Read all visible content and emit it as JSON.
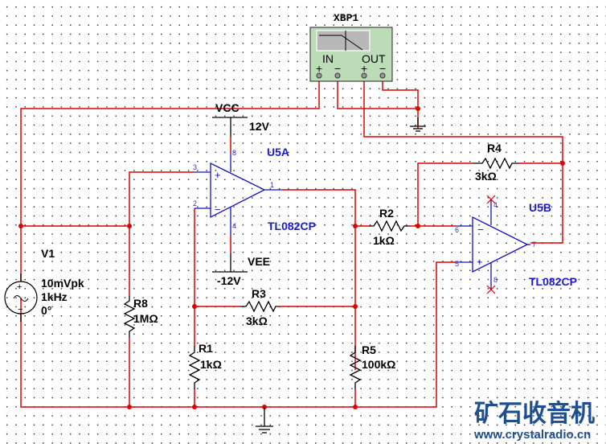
{
  "instrument": {
    "ref": "XBP1",
    "in_label": "IN",
    "out_label": "OUT",
    "plus": "+",
    "minus": "−",
    "body_color": "#bcdcb8"
  },
  "opamp_a": {
    "ref": "U5A",
    "model": "TL082CP",
    "pins": {
      "plus": "3",
      "minus": "2",
      "out": "1",
      "vcc": "8",
      "vee": "4"
    }
  },
  "opamp_b": {
    "ref": "U5B",
    "model": "TL082CP",
    "pins": {
      "minus": "6",
      "plus": "5",
      "out": "7",
      "vcc": "4",
      "vee": "8"
    }
  },
  "supplies": {
    "vcc_label": "VCC",
    "vcc_value": "12V",
    "vee_label": "VEE",
    "vee_value": "-12V"
  },
  "source": {
    "ref": "V1",
    "amplitude": "10mVpk",
    "frequency": "1kHz",
    "phase": "0°"
  },
  "resistors": {
    "R1": {
      "ref": "R1",
      "value": "1kΩ"
    },
    "R2": {
      "ref": "R2",
      "value": "1kΩ"
    },
    "R3": {
      "ref": "R3",
      "value": "3kΩ"
    },
    "R4": {
      "ref": "R4",
      "value": "3kΩ"
    },
    "R5": {
      "ref": "R5",
      "value": "100kΩ"
    },
    "R8": {
      "ref": "R8",
      "value": "1MΩ"
    }
  },
  "watermark": {
    "title": "矿石收音机",
    "url": "www.crystalradio.cn"
  },
  "colors": {
    "wire": "#e00000",
    "component": "#000000",
    "opamp": "#1010c0",
    "label_blue": "#1a1acc"
  }
}
